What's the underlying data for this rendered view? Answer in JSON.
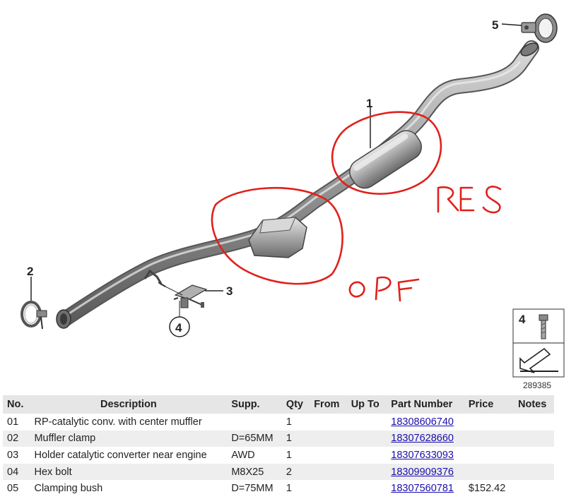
{
  "diagram": {
    "callouts": [
      "1",
      "2",
      "3",
      "4",
      "5"
    ],
    "inset_label": "4",
    "image_number": "289385",
    "annotations": [
      "RES",
      "OPF"
    ],
    "colors": {
      "annotation": "#e0201b",
      "link": "#1a0dab"
    }
  },
  "table": {
    "headers": {
      "no": "No.",
      "description": "Description",
      "supp": "Supp.",
      "qty": "Qty",
      "from": "From",
      "upto": "Up To",
      "part_number": "Part Number",
      "price": "Price",
      "notes": "Notes"
    },
    "rows": [
      {
        "no": "01",
        "description": "RP-catalytic conv. with center muffler",
        "supp": "",
        "qty": "1",
        "from": "",
        "upto": "",
        "part_number": "18308606740",
        "price": "",
        "notes": ""
      },
      {
        "no": "02",
        "description": "Muffler clamp",
        "supp": "D=65MM",
        "qty": "1",
        "from": "",
        "upto": "",
        "part_number": "18307628660",
        "price": "",
        "notes": ""
      },
      {
        "no": "03",
        "description": "Holder catalytic converter near engine",
        "supp": "AWD",
        "qty": "1",
        "from": "",
        "upto": "",
        "part_number": "18307633093",
        "price": "",
        "notes": ""
      },
      {
        "no": "04",
        "description": "Hex bolt",
        "supp": "M8X25",
        "qty": "2",
        "from": "",
        "upto": "",
        "part_number": "18309909376",
        "price": "",
        "notes": ""
      },
      {
        "no": "05",
        "description": "Clamping bush",
        "supp": "D=75MM",
        "qty": "1",
        "from": "",
        "upto": "",
        "part_number": "18307560781",
        "price": "$152.42",
        "notes": ""
      }
    ]
  }
}
